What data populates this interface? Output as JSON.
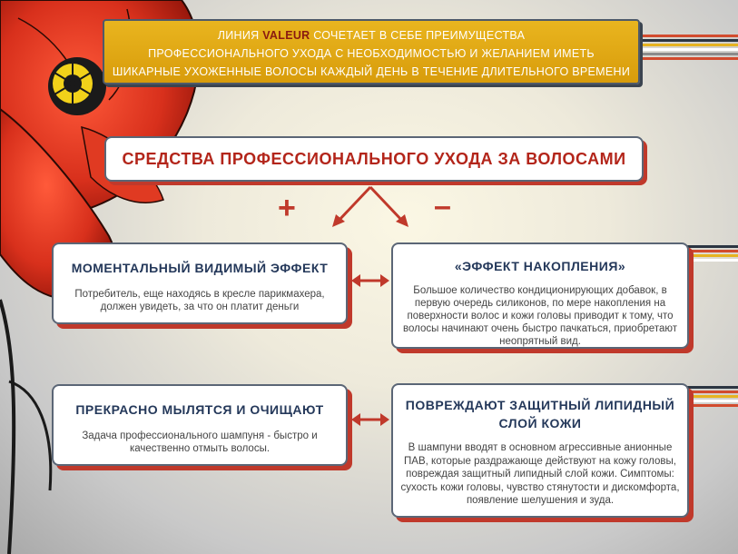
{
  "banner": {
    "line1_pre": "ЛИНИЯ ",
    "brand": "VALEUR",
    "line1_post": " СОЧЕТАЕТ В СЕБЕ ПРЕИМУЩЕСТВА",
    "line2": "ПРОФЕССИОНАЛЬНОГО УХОДА С НЕОБХОДИМОСТЬЮ И ЖЕЛАНИЕМ ИМЕТЬ",
    "line3": "ШИКАРНЫЕ УХОЖЕННЫЕ ВОЛОСЫ КАЖДЫЙ ДЕНЬ В ТЕЧЕНИЕ ДЛИТЕЛЬНОГО ВРЕМЕНИ"
  },
  "title": "СРЕДСТВА ПРОФЕССИОНАЛЬНОГО УХОДА ЗА ВОЛОСАМИ",
  "plus_sign": "+",
  "minus_sign": "–",
  "cards": [
    {
      "heading": "МОМЕНТАЛЬНЫЙ ВИДИМЫЙ ЭФФЕКТ",
      "text": "Потребитель, еще находясь в кресле парикмахера, должен увидеть, за что он платит деньги"
    },
    {
      "heading": "«ЭФФЕКТ НАКОПЛЕНИЯ»",
      "text": "Большое количество кондиционирующих добавок, в первую очередь силиконов, по мере накопления на поверхности волос и кожи головы приводит к тому, что волосы начинают очень быстро пачкаться, приобретают неопрятный вид."
    },
    {
      "heading": "ПРЕКРАСНО МЫЛЯТСЯ И ОЧИЩАЮТ",
      "text": "Задача профессионального шампуня - быстро и качественно отмыть волосы."
    },
    {
      "heading": "ПОВРЕЖДАЮТ ЗАЩИТНЫЙ ЛИПИДНЫЙ СЛОЙ КОЖИ",
      "text": "В шампуни вводят в основном агрессивные анионные ПАВ, которые раздражающе действуют на кожу головы, повреждая защитный липидный слой кожи. Симптомы: сухость кожи головы, чувство стянутости и дискомфорта, появление шелушения и зуда."
    }
  ],
  "colors": {
    "accent_red": "#c0392b",
    "banner_gold": "#e0a815",
    "heading_navy": "#24385a",
    "title_red": "#b3251a"
  }
}
